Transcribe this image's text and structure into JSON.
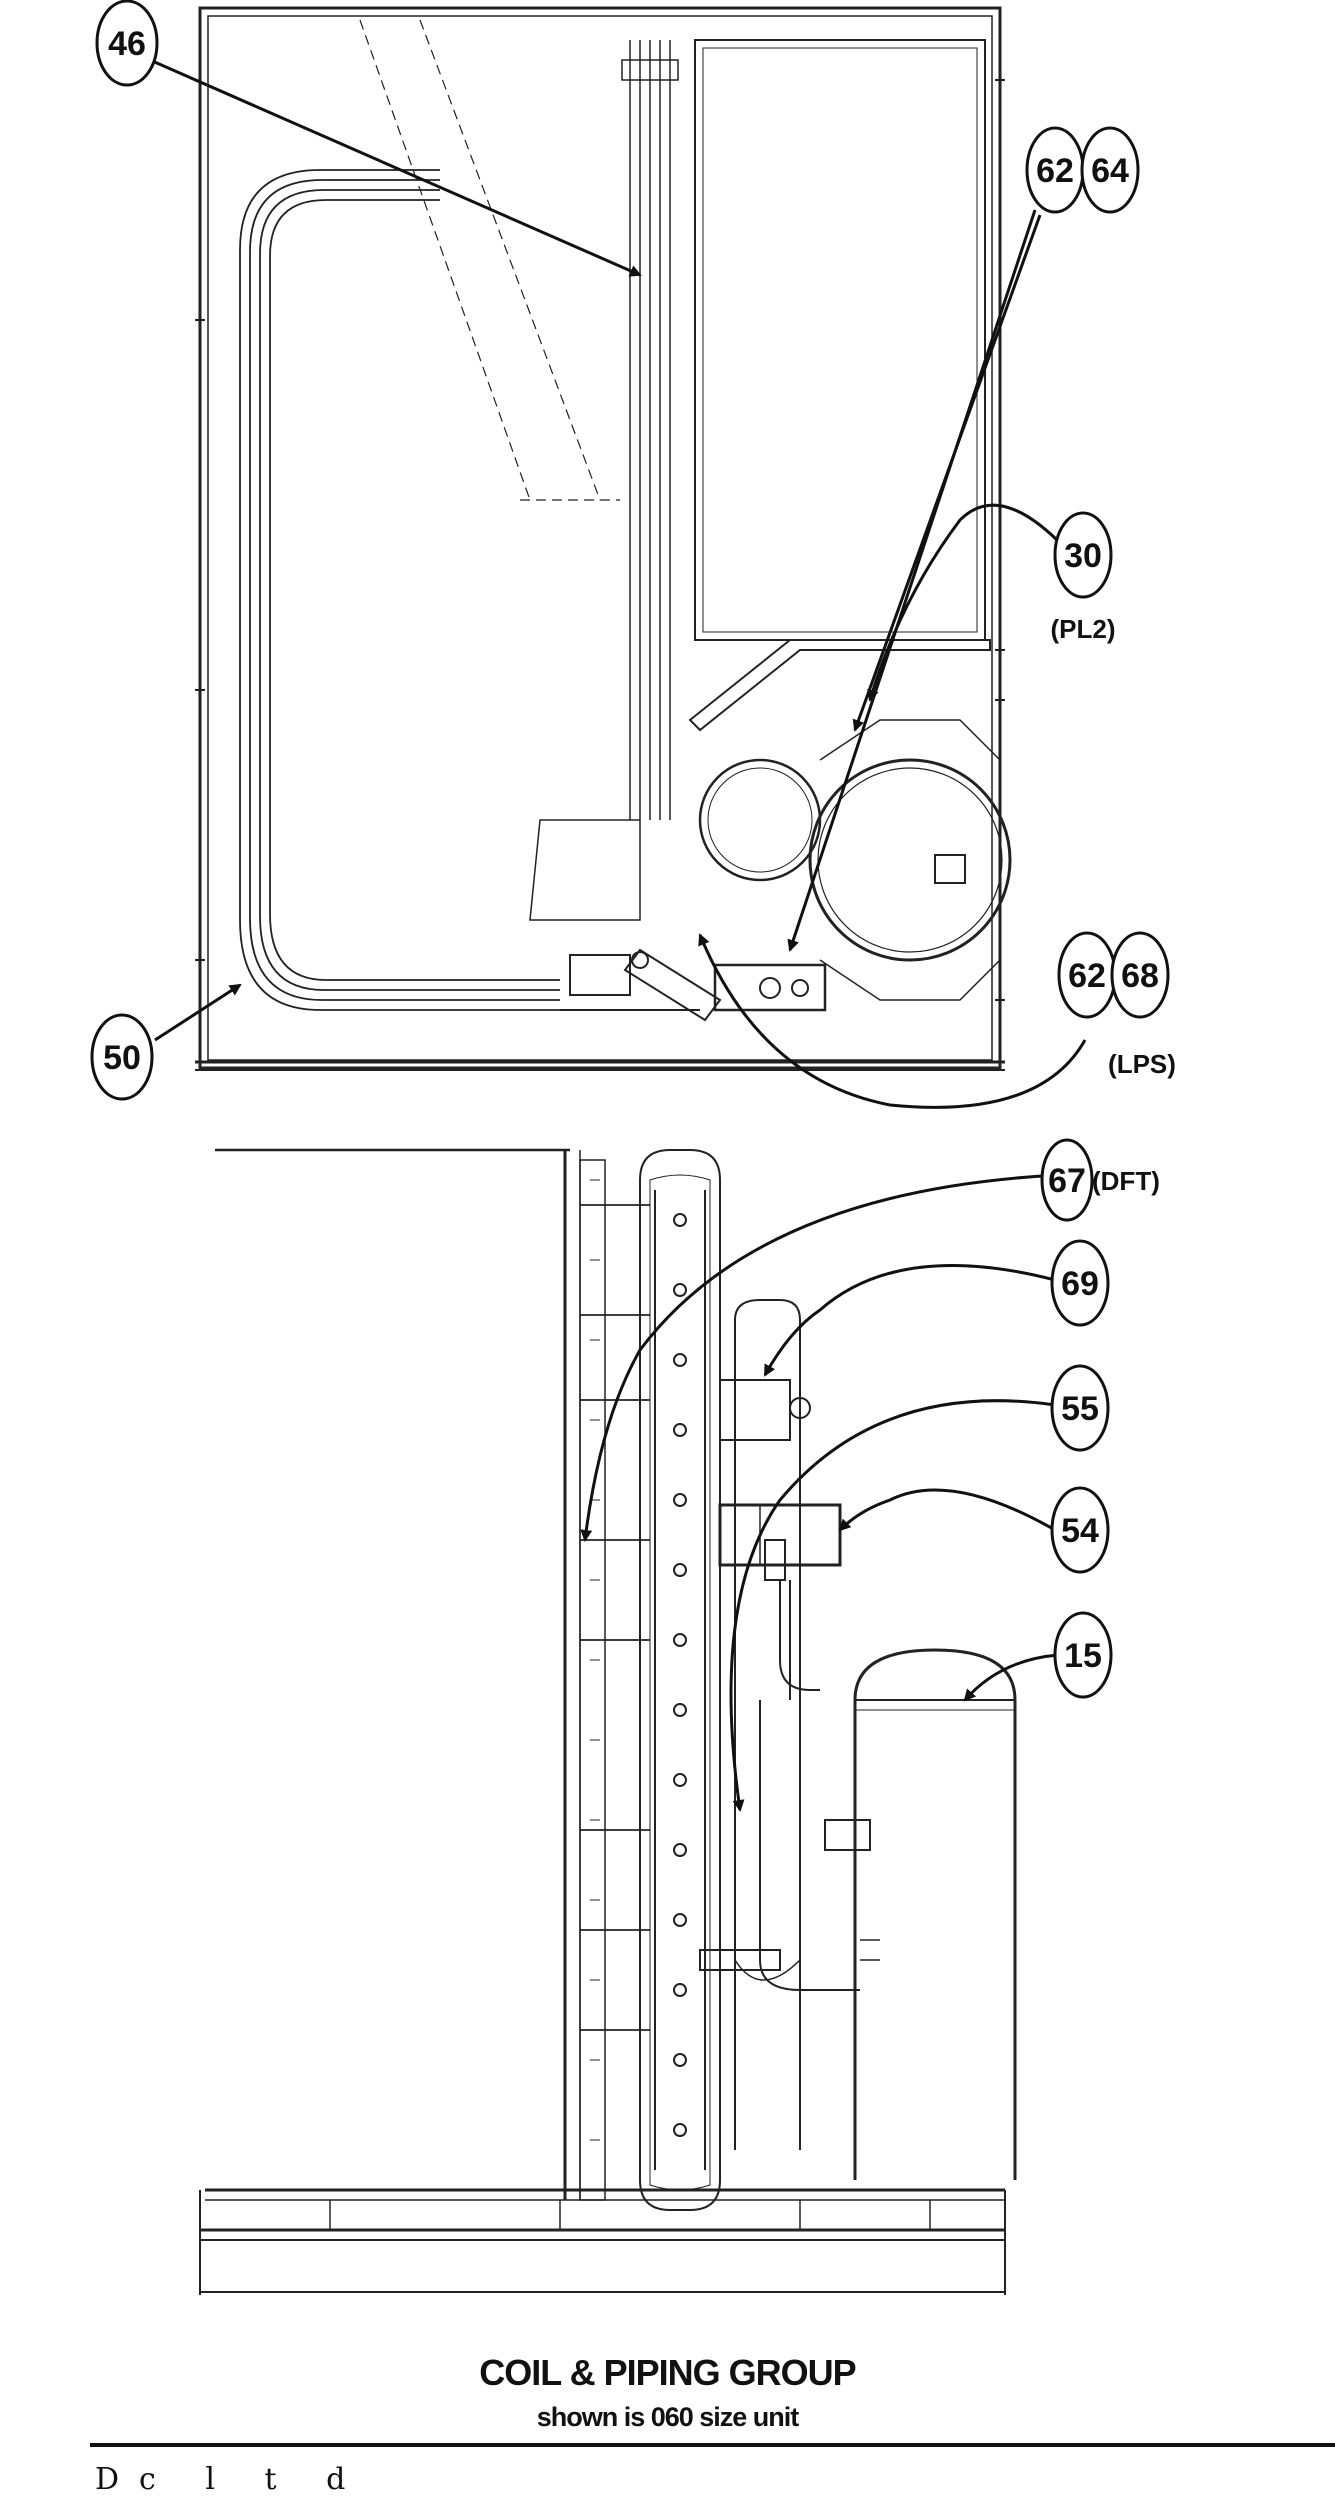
{
  "callouts": {
    "c46": "46",
    "c62a": "62",
    "c64": "64",
    "c30": "30",
    "pl2": "(PL2)",
    "c50": "50",
    "c62b": "62",
    "c68": "68",
    "lps": "(LPS)",
    "c67": "67",
    "dft": "(DFT)",
    "c69": "69",
    "c55": "55",
    "c54": "54",
    "c15": "15"
  },
  "caption": {
    "title": "COIL & PIPING GROUP",
    "subtitle": "shown is 060 size unit"
  },
  "footer": {
    "text": "Dc l      t   d"
  }
}
